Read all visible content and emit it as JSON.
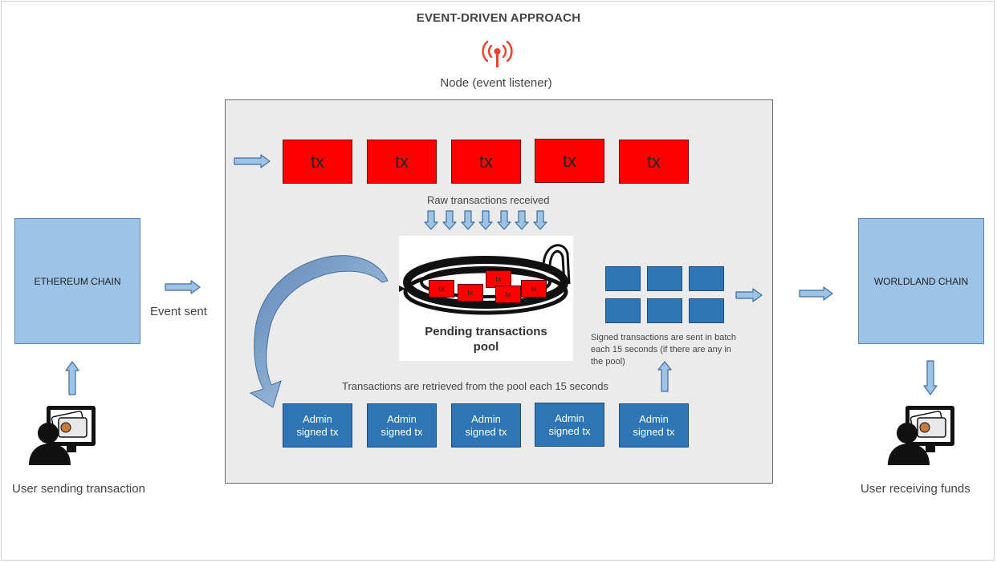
{
  "title": "EVENT-DRIVEN APPROACH",
  "node_label": "Node (event listener)",
  "ethereum_chain": "ETHEREUM CHAIN",
  "worldland_chain": "WORLDLAND CHAIN",
  "event_sent": "Event sent",
  "user_sending": "User sending transaction",
  "user_receiving": "User receiving funds",
  "raw_tx_label": "Raw transactions received",
  "tx_items": [
    "tx",
    "tx",
    "tx",
    "tx",
    "tx"
  ],
  "pool": {
    "line1": "Pending transactions",
    "line2": "pool",
    "mini_tx": [
      "tx",
      "tx",
      "tx",
      "tx",
      "tx"
    ]
  },
  "retrieved_label": "Transactions are retrieved from the pool each 15 seconds",
  "admin_items": [
    {
      "line1": "Admin",
      "line2": "signed tx"
    },
    {
      "line1": "Admin",
      "line2": "signed tx"
    },
    {
      "line1": "Admin",
      "line2": "signed tx"
    },
    {
      "line1": "Admin",
      "line2": "signed tx"
    },
    {
      "line1": "Admin",
      "line2": "signed tx"
    }
  ],
  "batch_label": {
    "line1": "Signed transactions are sent in batch",
    "line2": "each 15 seconds (if there are any in",
    "line3": "the pool)"
  },
  "colors": {
    "tx": "#ff0000",
    "admin": "#2e75b6",
    "chain": "#9dc3e6",
    "arrow": "#9dc3e6",
    "antenna": "#e8432f"
  },
  "icons": [
    "antenna-icon",
    "user-computer-icon",
    "wallet-icon"
  ]
}
